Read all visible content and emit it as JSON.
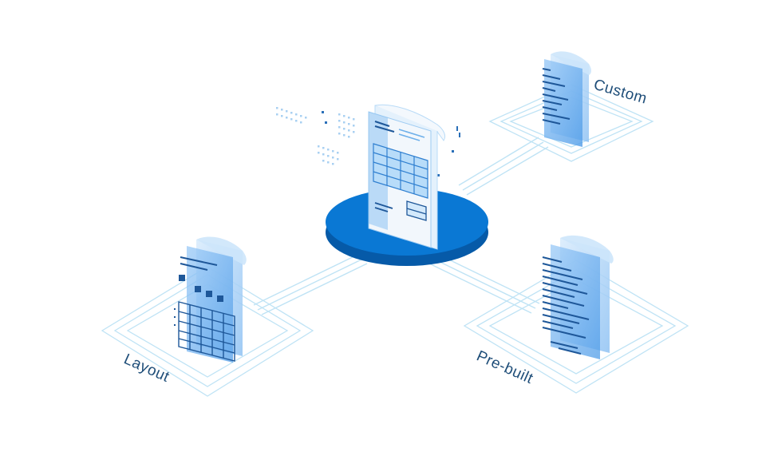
{
  "labels": {
    "custom": "Custom",
    "layout": "Layout",
    "prebuilt": "Pre-built"
  },
  "colors": {
    "disc": "#0a78d4",
    "disc_edge": "#065aa8",
    "doc_blue": "#5aa7f0",
    "doc_pale": "#cfe6fb",
    "line_dark": "#1e5799",
    "platform_line": "#bfe3f5",
    "text": "#1f4e79"
  },
  "icons": {
    "center": "invoice-document-icon",
    "custom": "custom-document-icon",
    "layout": "layout-table-document-icon",
    "prebuilt": "prebuilt-document-icon"
  }
}
